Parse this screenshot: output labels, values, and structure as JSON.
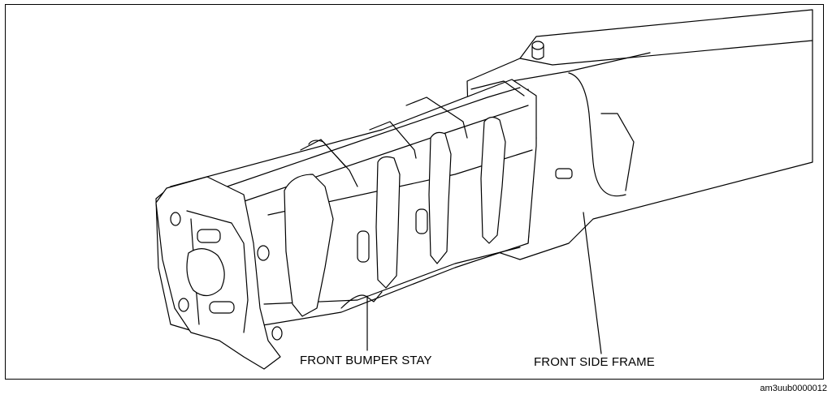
{
  "labels": {
    "front_bumper_stay": "FRONT BUMPER STAY",
    "front_side_frame": "FRONT SIDE FRAME"
  },
  "figure_code": "am3uub0000012"
}
